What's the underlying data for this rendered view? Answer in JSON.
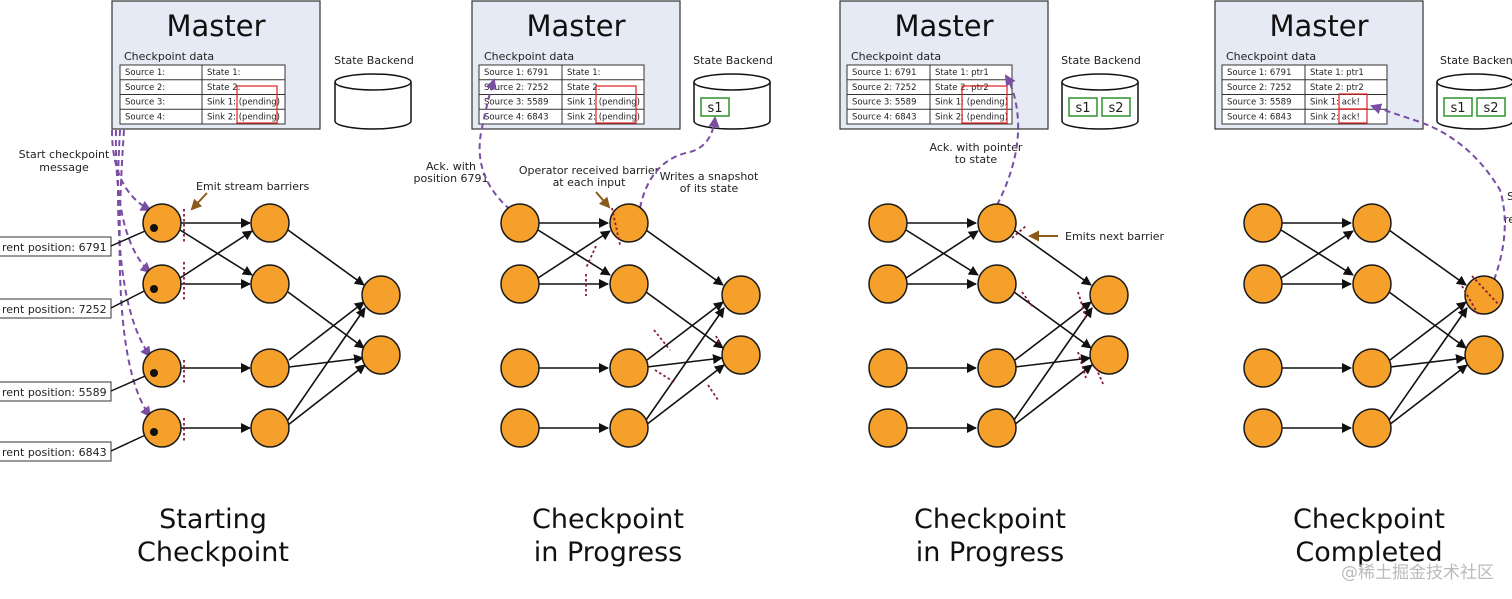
{
  "watermark": "@稀土掘金技术社区",
  "panels": [
    {
      "master_title": "Master",
      "checkpoint_label": "Checkpoint data",
      "backend_label": "State Backend",
      "rows": [
        {
          "source": "Source 1:",
          "state": "State 1:"
        },
        {
          "source": "Source 2:",
          "state": "State 2:"
        },
        {
          "source": "Source 3:",
          "state": "Sink 1: (pending)"
        },
        {
          "source": "Source 4:",
          "state": "Sink 2: (pending)"
        }
      ],
      "snapshots": [],
      "annotations": [
        "Start checkpoint message",
        "Emit stream barriers"
      ],
      "positions": [
        "rent position: 6791",
        "rent position: 7252",
        "rent position: 5589",
        "rent position: 6843"
      ],
      "caption": [
        "Starting",
        "Checkpoint"
      ]
    },
    {
      "master_title": "Master",
      "checkpoint_label": "Checkpoint data",
      "backend_label": "State Backend",
      "rows": [
        {
          "source": "Source 1: 6791",
          "state": "State 1:"
        },
        {
          "source": "Source 2: 7252",
          "state": "State 2:"
        },
        {
          "source": "Source 3: 5589",
          "state": "Sink 1: (pending)"
        },
        {
          "source": "Source 4: 6843",
          "state": "Sink 2: (pending)"
        }
      ],
      "snapshots": [
        "s1"
      ],
      "annotations": [
        "Ack. with position 6791",
        "Operator received barrier at each input",
        "Writes a snapshot of its state"
      ],
      "caption": [
        "Checkpoint",
        "in Progress"
      ]
    },
    {
      "master_title": "Master",
      "checkpoint_label": "Checkpoint data",
      "backend_label": "State Backend",
      "rows": [
        {
          "source": "Source 1: 6791",
          "state": "State 1: ptr1"
        },
        {
          "source": "Source 2: 7252",
          "state": "State 2: ptr2"
        },
        {
          "source": "Source 3: 5589",
          "state": "Sink 1: (pending)"
        },
        {
          "source": "Source 4: 6843",
          "state": "Sink 2: (pending)"
        }
      ],
      "snapshots": [
        "s1",
        "s2"
      ],
      "annotations": [
        "Ack. with pointer to state",
        "Emits next barrier"
      ],
      "caption": [
        "Checkpoint",
        "in Progress"
      ]
    },
    {
      "master_title": "Master",
      "checkpoint_label": "Checkpoint data",
      "backend_label": "State Backend",
      "rows": [
        {
          "source": "Source 1: 6791",
          "state": "State 1: ptr1"
        },
        {
          "source": "Source 2: 7252",
          "state": "State 2: ptr2"
        },
        {
          "source": "Source 3: 5589",
          "state": "Sink 1: ack!"
        },
        {
          "source": "Source 4: 6843",
          "state": "Sink 2: ack!"
        }
      ],
      "snapshots": [
        "s1",
        "s2"
      ],
      "annotations": [
        "S",
        "re"
      ],
      "caption": [
        "Checkpoint",
        "Completed"
      ]
    }
  ]
}
